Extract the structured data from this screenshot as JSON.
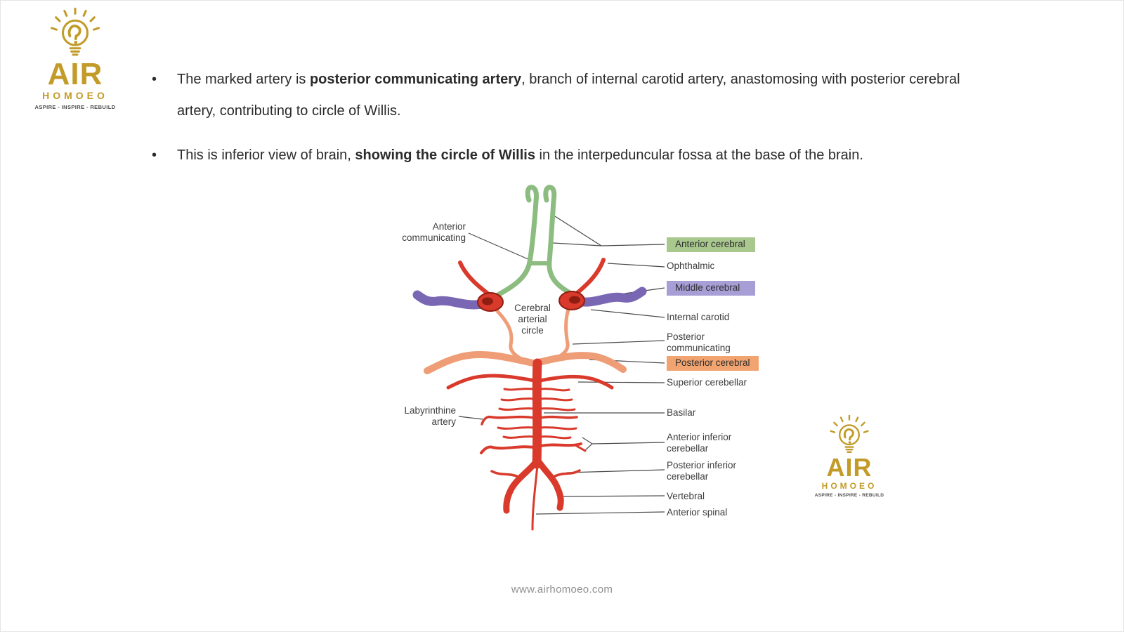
{
  "logo": {
    "title": "AIR",
    "subtitle": "HOMOEO",
    "tagline": "ASPIRE - INSPIRE - REBUILD"
  },
  "bullets": [
    {
      "pre": "The marked artery is ",
      "bold": "posterior communicating artery",
      "post": ", branch of internal carotid artery, anastomosing with posterior cerebral artery, contributing to circle of Willis."
    },
    {
      "pre": "This is inferior view of brain, ",
      "bold": "showing the circle of Willis",
      "post": " in the interpeduncular fossa at the base of the brain."
    }
  ],
  "diagram": {
    "labels": {
      "anterior_communicating": "Anterior\ncommunicating",
      "cerebral_arterial_circle": "Cerebral\narterial\ncircle",
      "labyrinthine_artery": "Labyrinthine\nartery",
      "anterior_cerebral": "Anterior cerebral",
      "ophthalmic": "Ophthalmic",
      "middle_cerebral": "Middle cerebral",
      "internal_carotid": "Internal carotid",
      "posterior_communicating": "Posterior\ncommunicating",
      "posterior_cerebral": "Posterior cerebral",
      "superior_cerebellar": "Superior cerebellar",
      "basilar": "Basilar",
      "anterior_inferior_cerebellar": "Anterior inferior\ncerebellar",
      "posterior_inferior_cerebellar": "Posterior inferior\ncerebellar",
      "vertebral": "Vertebral",
      "anterior_spinal": "Anterior spinal"
    }
  },
  "footer": {
    "url": "www.airhomoeo.com"
  },
  "colors": {
    "highlight_green": "#a8c88e",
    "highlight_purple": "#a79ed6",
    "highlight_orange": "#f2a470",
    "artery_red": "#d93a2b",
    "artery_red_dark": "#8f1d12",
    "artery_green": "#8cbc80",
    "artery_purple": "#7a67b4",
    "artery_salmon": "#ee9d77",
    "logo_gold": "#c29b28",
    "text_dark": "#2b2b2b",
    "label_gray": "#3c3c3c",
    "leader_gray": "#4a4a4a",
    "footer_gray": "#8f8f8f"
  }
}
